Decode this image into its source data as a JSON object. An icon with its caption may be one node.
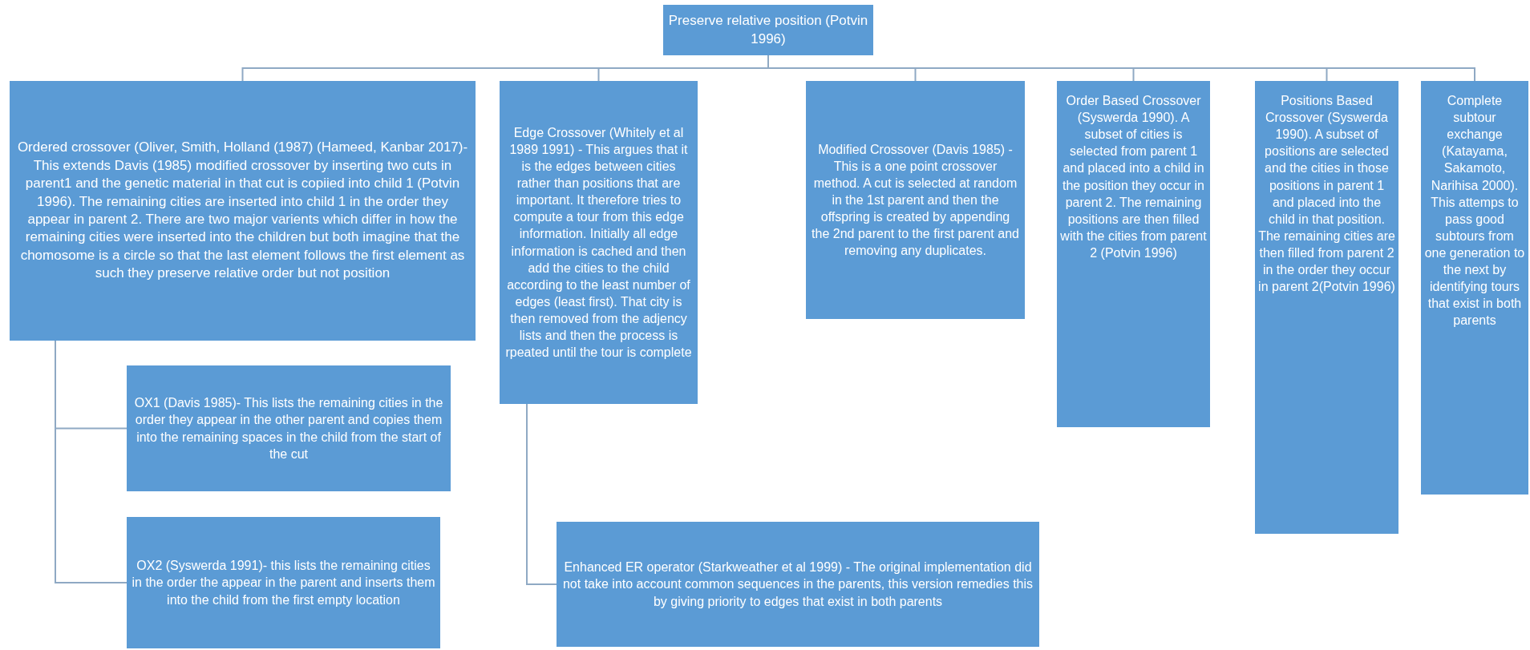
{
  "diagram": {
    "nodes": [
      {
        "text": [
          "Preserve relative position (Potvin 1996)"
        ]
      },
      {
        "text": [
          "Ordered crossover (Oliver, Smith, Holland (1987) (Hameed, Kanbar 2017)- This extends Davis (1985) modified crossover by inserting two cuts in parent1 and the genetic material in that cut is copiied into child 1 (Potvin 1996). The remaining cities are inserted into child 1 in the order they appear in parent 2. There are two major varients which differ in how the remaining cities were inserted into the children but both imagine that the chomosome is a circle so that the last element follows the first element as such they preserve relative order but not position"
        ]
      },
      {
        "text": [
          "Edge Crossover (Whitely et al 1989 1991) - This argues that it is the edges between cities rather than positions that are important. It therefore tries to compute a tour from this edge information. Initially all edge information is cached and then add the cities to the child according to the least number of edges (least first). That city is then removed from the adjency lists and then the process is rpeated until the tour is complete"
        ]
      },
      {
        "text": [
          "Modified Crossover (Davis 1985) -This is a one point crossover method. A cut is selected at random in the 1st parent and then the offspring is created by appending the 2nd parent to the first parent and removing any duplicates."
        ]
      },
      {
        "text": [
          "Order Based Crossover (Syswerda 1990). A subset of cities is selected from parent 1 and placed into a child in the position they occur in parent 2. The remaining positions are then filled with the cities from parent 2 (Potvin 1996)"
        ]
      },
      {
        "text": [
          "Positions Based Crossover (Syswerda 1990). A subset of positions are selected and the cities in those positions in parent 1 and placed into the child in that position. The remaining cities are then filled from parent 2 in the order they occur in parent 2(Potvin 1996)"
        ]
      },
      {
        "text": [
          "Complete subtour exchange (Katayama, Sakamoto, Narihisa 2000). This attemps to pass good subtours from one generation to the next by identifying tours that exist in both parents"
        ]
      },
      {
        "text": [
          "OX1 (Davis 1985)- This lists the remaining cities in the order they appear in the other parent and copies them into the remaining spaces in the child from the start of the cut"
        ]
      },
      {
        "text": [
          "OX2 (Syswerda 1991)- this lists the remaining cities in the order the appear in the parent and inserts them into the child from the first empty location"
        ]
      },
      {
        "text": [
          "Enhanced ER operator (Starkweather et al 1999) - The original implementation did not take into account common sequences in the parents, this version remedies this by giving priority to edges that exist in both parents"
        ]
      }
    ],
    "edges": [
      {
        "from": 0,
        "to": 1,
        "arrow": "none"
      },
      {
        "from": 0,
        "to": 2,
        "arrow": "none"
      },
      {
        "from": 0,
        "to": 3,
        "arrow": "none"
      },
      {
        "from": 0,
        "to": 4,
        "arrow": "none"
      },
      {
        "from": 0,
        "to": 5,
        "arrow": "none"
      },
      {
        "from": 0,
        "to": 6,
        "arrow": "none"
      },
      {
        "from": 1,
        "to": 7,
        "arrow": "none"
      },
      {
        "from": 1,
        "to": 8,
        "arrow": "none"
      },
      {
        "from": 2,
        "to": 9,
        "arrow": "none"
      }
    ]
  }
}
